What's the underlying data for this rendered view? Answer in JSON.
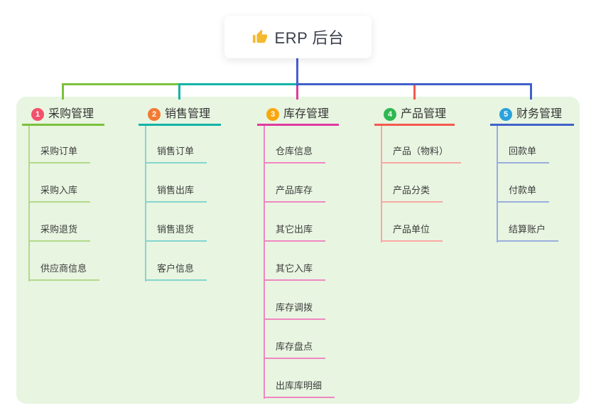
{
  "root": {
    "label": "ERP 后台",
    "icon": "thumbs-up-icon",
    "icon_color": "#f3ba2f"
  },
  "colors": {
    "background": "#ffffff",
    "panel": "#e8f5e1",
    "root_line": "#4a5ed1",
    "root_text": "#3a3f4b",
    "title_text": "#333333",
    "item_text": "#3d3d3d"
  },
  "branches": [
    {
      "number": "1",
      "label": "采购管理",
      "badge_color": "#f4516c",
      "line_color": "#7cc13e",
      "child_line_color": "#b2d98a",
      "children": [
        "采购订单",
        "采购入库",
        "采购退货",
        "供应商信息"
      ]
    },
    {
      "number": "2",
      "label": "销售管理",
      "badge_color": "#f47a33",
      "line_color": "#14b3a6",
      "child_line_color": "#84d6cd",
      "children": [
        "销售订单",
        "销售出库",
        "销售退货",
        "客户信息"
      ]
    },
    {
      "number": "3",
      "label": "库存管理",
      "badge_color": "#f9a70f",
      "line_color": "#e03aa0",
      "child_line_color": "#f087c2",
      "children": [
        "仓库信息",
        "产品库存",
        "其它出库",
        "其它入库",
        "库存调拨",
        "库存盘点",
        "出库库明细"
      ]
    },
    {
      "number": "4",
      "label": "产品管理",
      "badge_color": "#2eb850",
      "line_color": "#f45a50",
      "child_line_color": "#f9a8a2",
      "children": [
        "产品（物料）",
        "产品分类",
        "产品单位"
      ]
    },
    {
      "number": "5",
      "label": "财务管理",
      "badge_color": "#2aa3dc",
      "line_color": "#4161c9",
      "child_line_color": "#9aaede",
      "children": [
        "回款单",
        "付款单",
        "结算账户"
      ]
    }
  ]
}
